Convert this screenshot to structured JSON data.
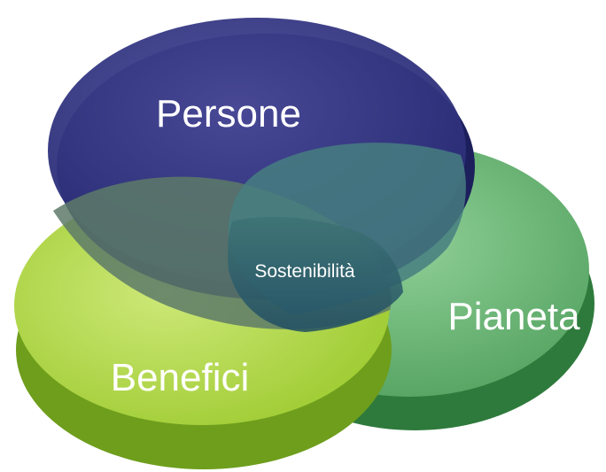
{
  "diagram": {
    "type": "venn",
    "circles": [
      {
        "label": "Persone",
        "color": "#2e2f7a"
      },
      {
        "label": "Pianeta",
        "color": "#4e9f5a"
      },
      {
        "label": "Benefici",
        "color": "#9ccc2e"
      }
    ],
    "center_label": "Sostenibilità"
  }
}
